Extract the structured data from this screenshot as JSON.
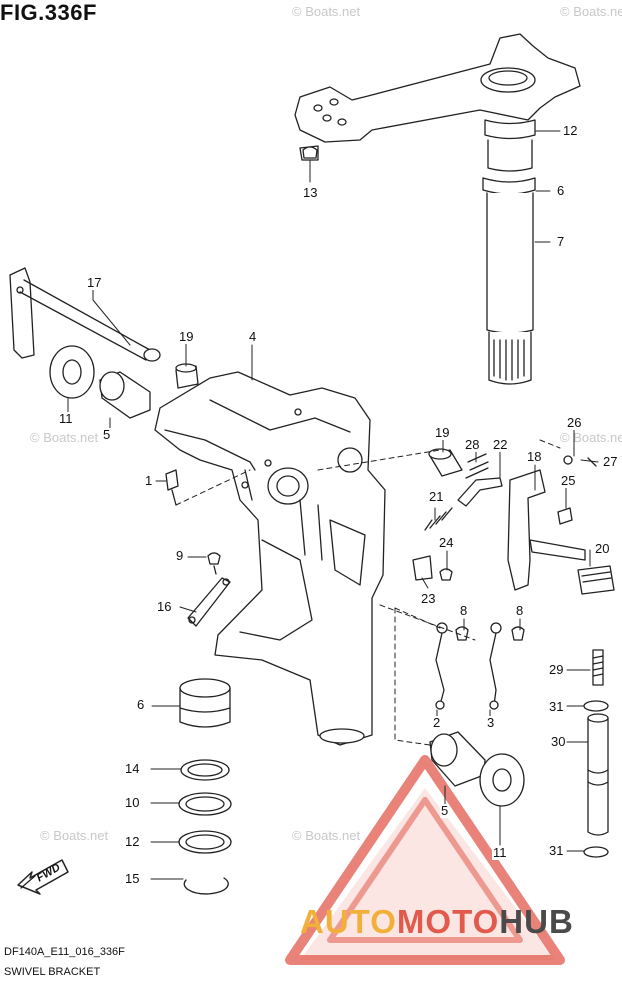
{
  "figure": {
    "title": "FIG.336F",
    "code": "DF140A_E11_016_336F",
    "subtitle": "SWIVEL BRACKET",
    "fwd_label": "FWD"
  },
  "watermark": {
    "text": "© Boats.net"
  },
  "brand": {
    "part1": "AUTO",
    "part2": "MOTO",
    "part3": "HUB"
  },
  "colors": {
    "line": "#222222",
    "brand_orange": "#f2b03b",
    "brand_red": "#e25a4c",
    "brand_gray": "#4a4a4a"
  },
  "callouts": [
    {
      "label": "1"
    },
    {
      "label": "2"
    },
    {
      "label": "3"
    },
    {
      "label": "4"
    },
    {
      "label": "5"
    },
    {
      "label": "5"
    },
    {
      "label": "6"
    },
    {
      "label": "6"
    },
    {
      "label": "7"
    },
    {
      "label": "8"
    },
    {
      "label": "8"
    },
    {
      "label": "9"
    },
    {
      "label": "10"
    },
    {
      "label": "11"
    },
    {
      "label": "11"
    },
    {
      "label": "12"
    },
    {
      "label": "12"
    },
    {
      "label": "13"
    },
    {
      "label": "14"
    },
    {
      "label": "15"
    },
    {
      "label": "16"
    },
    {
      "label": "17"
    },
    {
      "label": "18"
    },
    {
      "label": "19"
    },
    {
      "label": "19"
    },
    {
      "label": "20"
    },
    {
      "label": "21"
    },
    {
      "label": "22"
    },
    {
      "label": "23"
    },
    {
      "label": "24"
    },
    {
      "label": "25"
    },
    {
      "label": "26"
    },
    {
      "label": "27"
    },
    {
      "label": "28"
    },
    {
      "label": "29"
    },
    {
      "label": "30"
    },
    {
      "label": "31"
    },
    {
      "label": "31"
    }
  ]
}
